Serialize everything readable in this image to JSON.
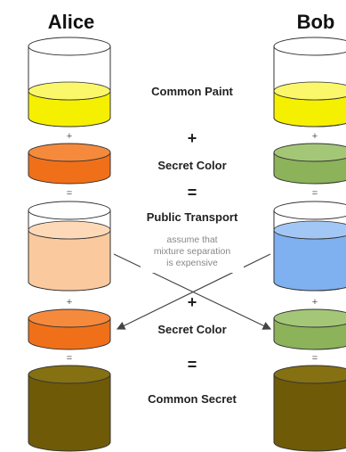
{
  "headers": {
    "left": "Alice",
    "right": "Bob"
  },
  "center_labels": {
    "common_paint": "Common Paint",
    "plus_1": "+",
    "secret_color_1": "Secret Color",
    "equals_1": "=",
    "public_transport": "Public Transport",
    "note": [
      "assume that",
      "mixture separation",
      "is expensive"
    ],
    "plus_2": "+",
    "secret_color_2": "Secret Color",
    "equals_2": "=",
    "common_secret": "Common Secret"
  },
  "small_ops": {
    "left": [
      "+",
      "=",
      "+",
      "="
    ],
    "right": [
      "+",
      "=",
      "+",
      "="
    ]
  },
  "colors": {
    "common_paint": "#f5f000",
    "alice_secret": "#f07019",
    "bob_secret": "#8cb25a",
    "alice_mix": "#fbc99e",
    "bob_mix": "#7fb0f0",
    "common_secret": "#6f5a08"
  }
}
